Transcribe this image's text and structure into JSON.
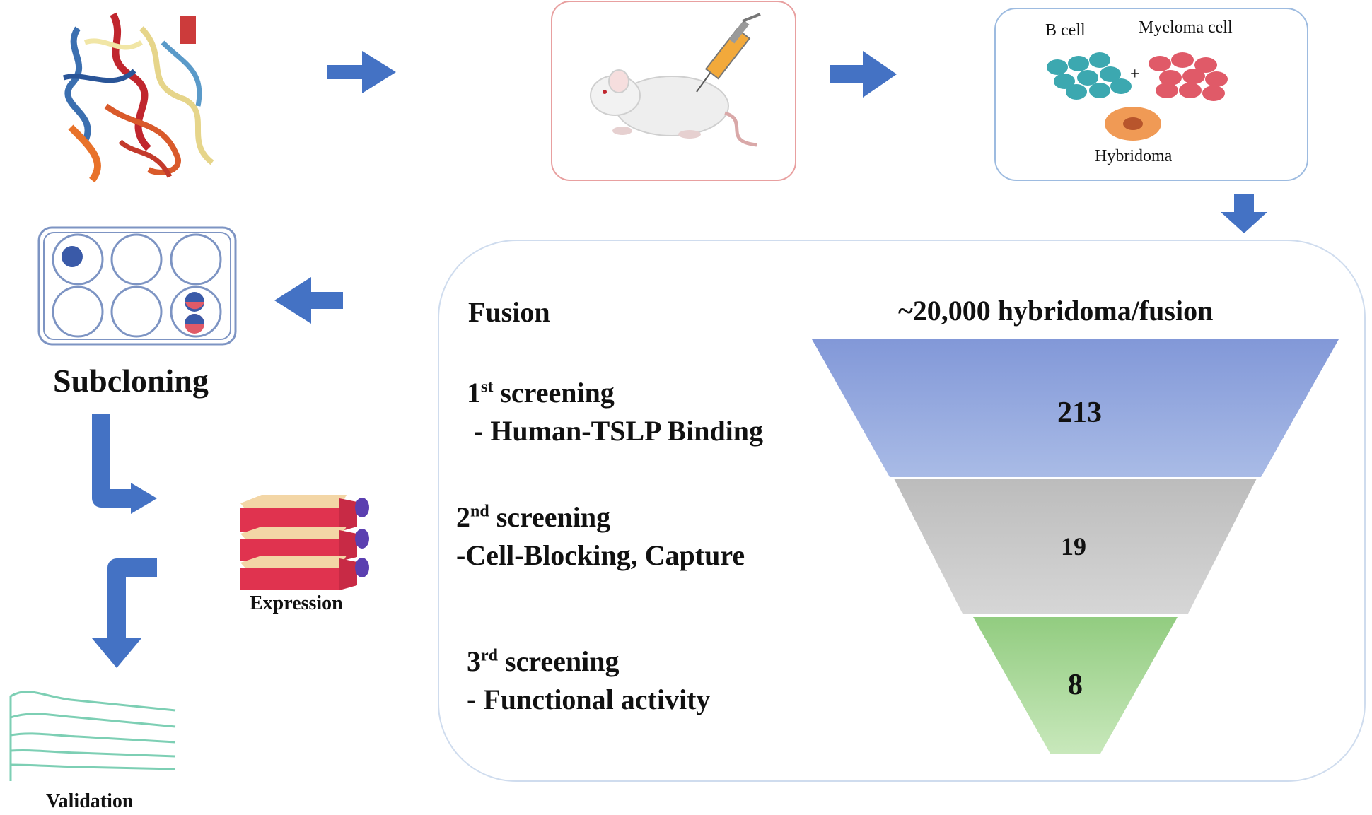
{
  "cells_box": {
    "b_cell_label": "B cell",
    "myeloma_label": "Myeloma cell",
    "hybridoma_label": "Hybridoma",
    "plus_sign": "+"
  },
  "subcloning_label": "Subcloning",
  "expression_label": "Expression",
  "validation_label": "Validation",
  "funnel": {
    "header_left": "Fusion",
    "header_right": "~20,000 hybridoma/fusion",
    "stages": [
      {
        "num": "1",
        "sup": "st",
        "title": " screening",
        "detail": " - Human-TSLP Binding",
        "value": "213",
        "color": "#8fa5dc"
      },
      {
        "num": "2",
        "sup": "nd",
        "title": " screening",
        "detail": "-Cell-Blocking, Capture",
        "value": "19",
        "color": "#c9c9c9"
      },
      {
        "num": "3",
        "sup": "rd",
        "title": " screening",
        "detail": "- Functional activity",
        "value": "8",
        "color": "#9fd28f"
      }
    ]
  },
  "colors": {
    "arrow": "#4472c4",
    "mouse_box_border": "#e8a0a0",
    "cells_box_border": "#9dbbe0",
    "funnel_box_border": "#cfdcee"
  },
  "icons": [
    "protein-structure-icon",
    "mouse-icon",
    "syringe-icon",
    "b-cell-icon",
    "myeloma-cell-icon",
    "hybridoma-cell-icon",
    "well-plate-icon",
    "culture-flasks-icon",
    "binding-curves-icon"
  ]
}
